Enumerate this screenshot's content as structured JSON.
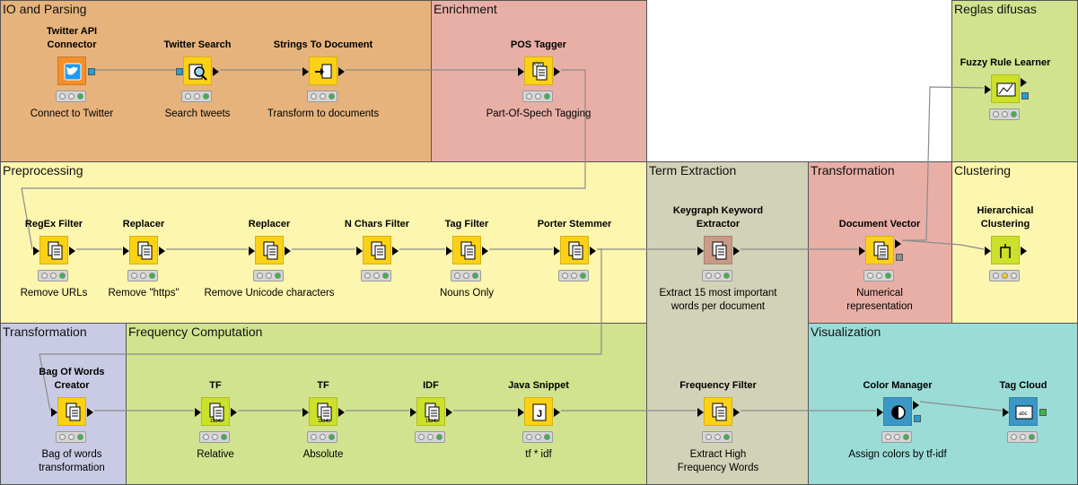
{
  "annotations": [
    {
      "id": "io",
      "label": "IO and Parsing",
      "color": "#e6b37c"
    },
    {
      "id": "enrich",
      "label": "Enrichment",
      "color": "#e8afa6"
    },
    {
      "id": "fuzzy",
      "label": "Reglas difusas",
      "color": "#d2e38f"
    },
    {
      "id": "prep",
      "label": "Preprocessing",
      "color": "#fdf6ae"
    },
    {
      "id": "term",
      "label": "Term Extraction",
      "color": "#d1d2b7"
    },
    {
      "id": "transf1",
      "label": "Transformation",
      "color": "#e8afa6"
    },
    {
      "id": "clust",
      "label": "Clustering",
      "color": "#fdf6ae"
    },
    {
      "id": "transf2",
      "label": "Transformation",
      "color": "#c9cbe4"
    },
    {
      "id": "freq",
      "label": "Frequency Computation",
      "color": "#d2e38f"
    },
    {
      "id": "viz",
      "label": "Visualization",
      "color": "#9bdcd7"
    }
  ],
  "nodes": [
    {
      "id": "twitter_api",
      "title": "Twitter API\nConnector",
      "desc": "Connect to Twitter",
      "color": "#f58f2a",
      "icon": "twitter-bird-icon",
      "status": [
        "idle",
        "idle",
        "green"
      ],
      "in": "none",
      "out": "blue-square"
    },
    {
      "id": "twitter_search",
      "title": "Twitter Search",
      "desc": "Search tweets",
      "color": "#fcd116",
      "icon": "magnifier-icon",
      "status": [
        "idle",
        "idle",
        "green"
      ],
      "in": "blue-square",
      "out": "arrow"
    },
    {
      "id": "strings_doc",
      "title": "Strings To Document",
      "desc": "Transform to documents",
      "color": "#fcd116",
      "icon": "document-arrow-icon",
      "status": [
        "idle",
        "idle",
        "green"
      ],
      "in": "arrow",
      "out": "arrow"
    },
    {
      "id": "pos_tagger",
      "title": "POS Tagger",
      "desc": "Part-Of-Spech Tagging",
      "color": "#fcd116",
      "icon": "pos-document-icon",
      "status": [
        "idle",
        "idle",
        "green"
      ],
      "in": "arrow",
      "out": "arrow"
    },
    {
      "id": "fuzzy_learner",
      "title": "Fuzzy Rule Learner",
      "desc": "",
      "color": "#cde02a",
      "icon": "fuzzy-rule-icon",
      "status": [
        "idle",
        "idle",
        "green"
      ],
      "in": "arrow",
      "out": "arrow-square"
    },
    {
      "id": "regex",
      "title": "RegEx Filter",
      "desc": "Remove URLs",
      "color": "#fcd116",
      "icon": "document-filter-icon",
      "status": [
        "idle",
        "idle",
        "green"
      ],
      "in": "arrow",
      "out": "arrow"
    },
    {
      "id": "replacer1",
      "title": "Replacer",
      "desc": "Remove \"https\"",
      "color": "#fcd116",
      "icon": "document-filter-icon",
      "status": [
        "idle",
        "idle",
        "green"
      ],
      "in": "arrow",
      "out": "arrow"
    },
    {
      "id": "replacer2",
      "title": "Replacer",
      "desc": "Remove Unicode characters",
      "color": "#fcd116",
      "icon": "document-filter-icon",
      "status": [
        "idle",
        "idle",
        "green"
      ],
      "in": "arrow",
      "out": "arrow"
    },
    {
      "id": "nchars",
      "title": "N Chars Filter",
      "desc": "",
      "color": "#fcd116",
      "icon": "document-filter-icon",
      "status": [
        "idle",
        "idle",
        "green"
      ],
      "in": "arrow",
      "out": "arrow"
    },
    {
      "id": "tagfilter",
      "title": "Tag Filter",
      "desc": "Nouns Only",
      "color": "#fcd116",
      "icon": "document-filter-icon",
      "status": [
        "idle",
        "idle",
        "green"
      ],
      "in": "arrow",
      "out": "arrow"
    },
    {
      "id": "porter",
      "title": "Porter Stemmer",
      "desc": "",
      "color": "#fcd116",
      "icon": "document-filter-icon",
      "status": [
        "idle",
        "idle",
        "green"
      ],
      "in": "arrow",
      "out": "arrow"
    },
    {
      "id": "keygraph",
      "title": "Keygraph Keyword\nExtractor",
      "desc": "Extract 15 most important\nwords per document",
      "color": "#c99a86",
      "icon": "document-filter-icon",
      "status": [
        "idle",
        "idle",
        "green"
      ],
      "in": "arrow",
      "out": "arrow"
    },
    {
      "id": "docvector",
      "title": "Document Vector",
      "desc": "Numerical\nrepresentation",
      "color": "#fcd116",
      "icon": "document-vector-icon",
      "status": [
        "idle",
        "idle",
        "green"
      ],
      "in": "arrow",
      "out": "arrow-gray"
    },
    {
      "id": "hier",
      "title": "Hierarchical\nClustering",
      "desc": "",
      "color": "#cde02a",
      "icon": "dendrogram-icon",
      "status": [
        "idle",
        "yellow",
        "idle"
      ],
      "in": "arrow",
      "out": "arrow"
    },
    {
      "id": "bow",
      "title": "Bag Of Words\nCreator",
      "desc": "Bag of words\ntransformation",
      "color": "#fcd116",
      "icon": "document-filter-icon",
      "status": [
        "idle",
        "idle",
        "green"
      ],
      "in": "arrow",
      "out": "arrow"
    },
    {
      "id": "tf1",
      "title": "TF",
      "desc": "Relative",
      "color": "#cde02a",
      "icon": "frequency-icon",
      "status": [
        "idle",
        "idle",
        "green"
      ],
      "in": "arrow",
      "out": "arrow"
    },
    {
      "id": "tf2",
      "title": "TF",
      "desc": "Absolute",
      "color": "#cde02a",
      "icon": "frequency-icon",
      "status": [
        "idle",
        "idle",
        "green"
      ],
      "in": "arrow",
      "out": "arrow"
    },
    {
      "id": "idf",
      "title": "IDF",
      "desc": "",
      "color": "#cde02a",
      "icon": "frequency-icon",
      "status": [
        "idle",
        "idle",
        "green"
      ],
      "in": "arrow",
      "out": "arrow"
    },
    {
      "id": "java",
      "title": "Java Snippet",
      "desc": "tf * idf",
      "color": "#fcd116",
      "icon": "java-document-icon",
      "status": [
        "idle",
        "idle",
        "green"
      ],
      "in": "arrow",
      "out": "arrow"
    },
    {
      "id": "freqfilter",
      "title": "Frequency Filter",
      "desc": "Extract High\nFrequency Words",
      "color": "#fcd116",
      "icon": "document-filter-icon",
      "status": [
        "idle",
        "idle",
        "green"
      ],
      "in": "arrow",
      "out": "arrow"
    },
    {
      "id": "colormgr",
      "title": "Color Manager",
      "desc": "Assign colors by tf-idf",
      "color": "#3b97c6",
      "icon": "color-drop-icon",
      "status": [
        "idle",
        "idle",
        "green"
      ],
      "in": "arrow",
      "out": "arrow-cyan"
    },
    {
      "id": "tagcloud",
      "title": "Tag Cloud",
      "desc": "",
      "color": "#3b97c6",
      "icon": "tag-cloud-icon",
      "status": [
        "idle",
        "idle",
        "green"
      ],
      "in": "arrow",
      "out": "green-square"
    }
  ],
  "edges": [
    [
      "twitter_api",
      "twitter_search"
    ],
    [
      "twitter_search",
      "strings_doc"
    ],
    [
      "strings_doc",
      "pos_tagger"
    ],
    [
      "pos_tagger",
      "regex"
    ],
    [
      "regex",
      "replacer1"
    ],
    [
      "replacer1",
      "replacer2"
    ],
    [
      "replacer2",
      "nchars"
    ],
    [
      "nchars",
      "tagfilter"
    ],
    [
      "tagfilter",
      "porter"
    ],
    [
      "porter",
      "keygraph"
    ],
    [
      "keygraph",
      "docvector"
    ],
    [
      "docvector",
      "hier"
    ],
    [
      "docvector",
      "fuzzy_learner"
    ],
    [
      "porter",
      "bow"
    ],
    [
      "bow",
      "tf1"
    ],
    [
      "tf1",
      "tf2"
    ],
    [
      "tf2",
      "idf"
    ],
    [
      "idf",
      "java"
    ],
    [
      "java",
      "freqfilter"
    ],
    [
      "freqfilter",
      "colormgr"
    ],
    [
      "colormgr",
      "tagcloud"
    ]
  ],
  "colors": {
    "green_dot": "#39b54a",
    "yellow_dot": "#f5d21c",
    "idle_dot": "#e6e6e6",
    "edge": "#8c8c8c",
    "port_blue": "#1ea0d8",
    "port_green": "#39b54a",
    "port_gray": "#8e8e8e"
  }
}
